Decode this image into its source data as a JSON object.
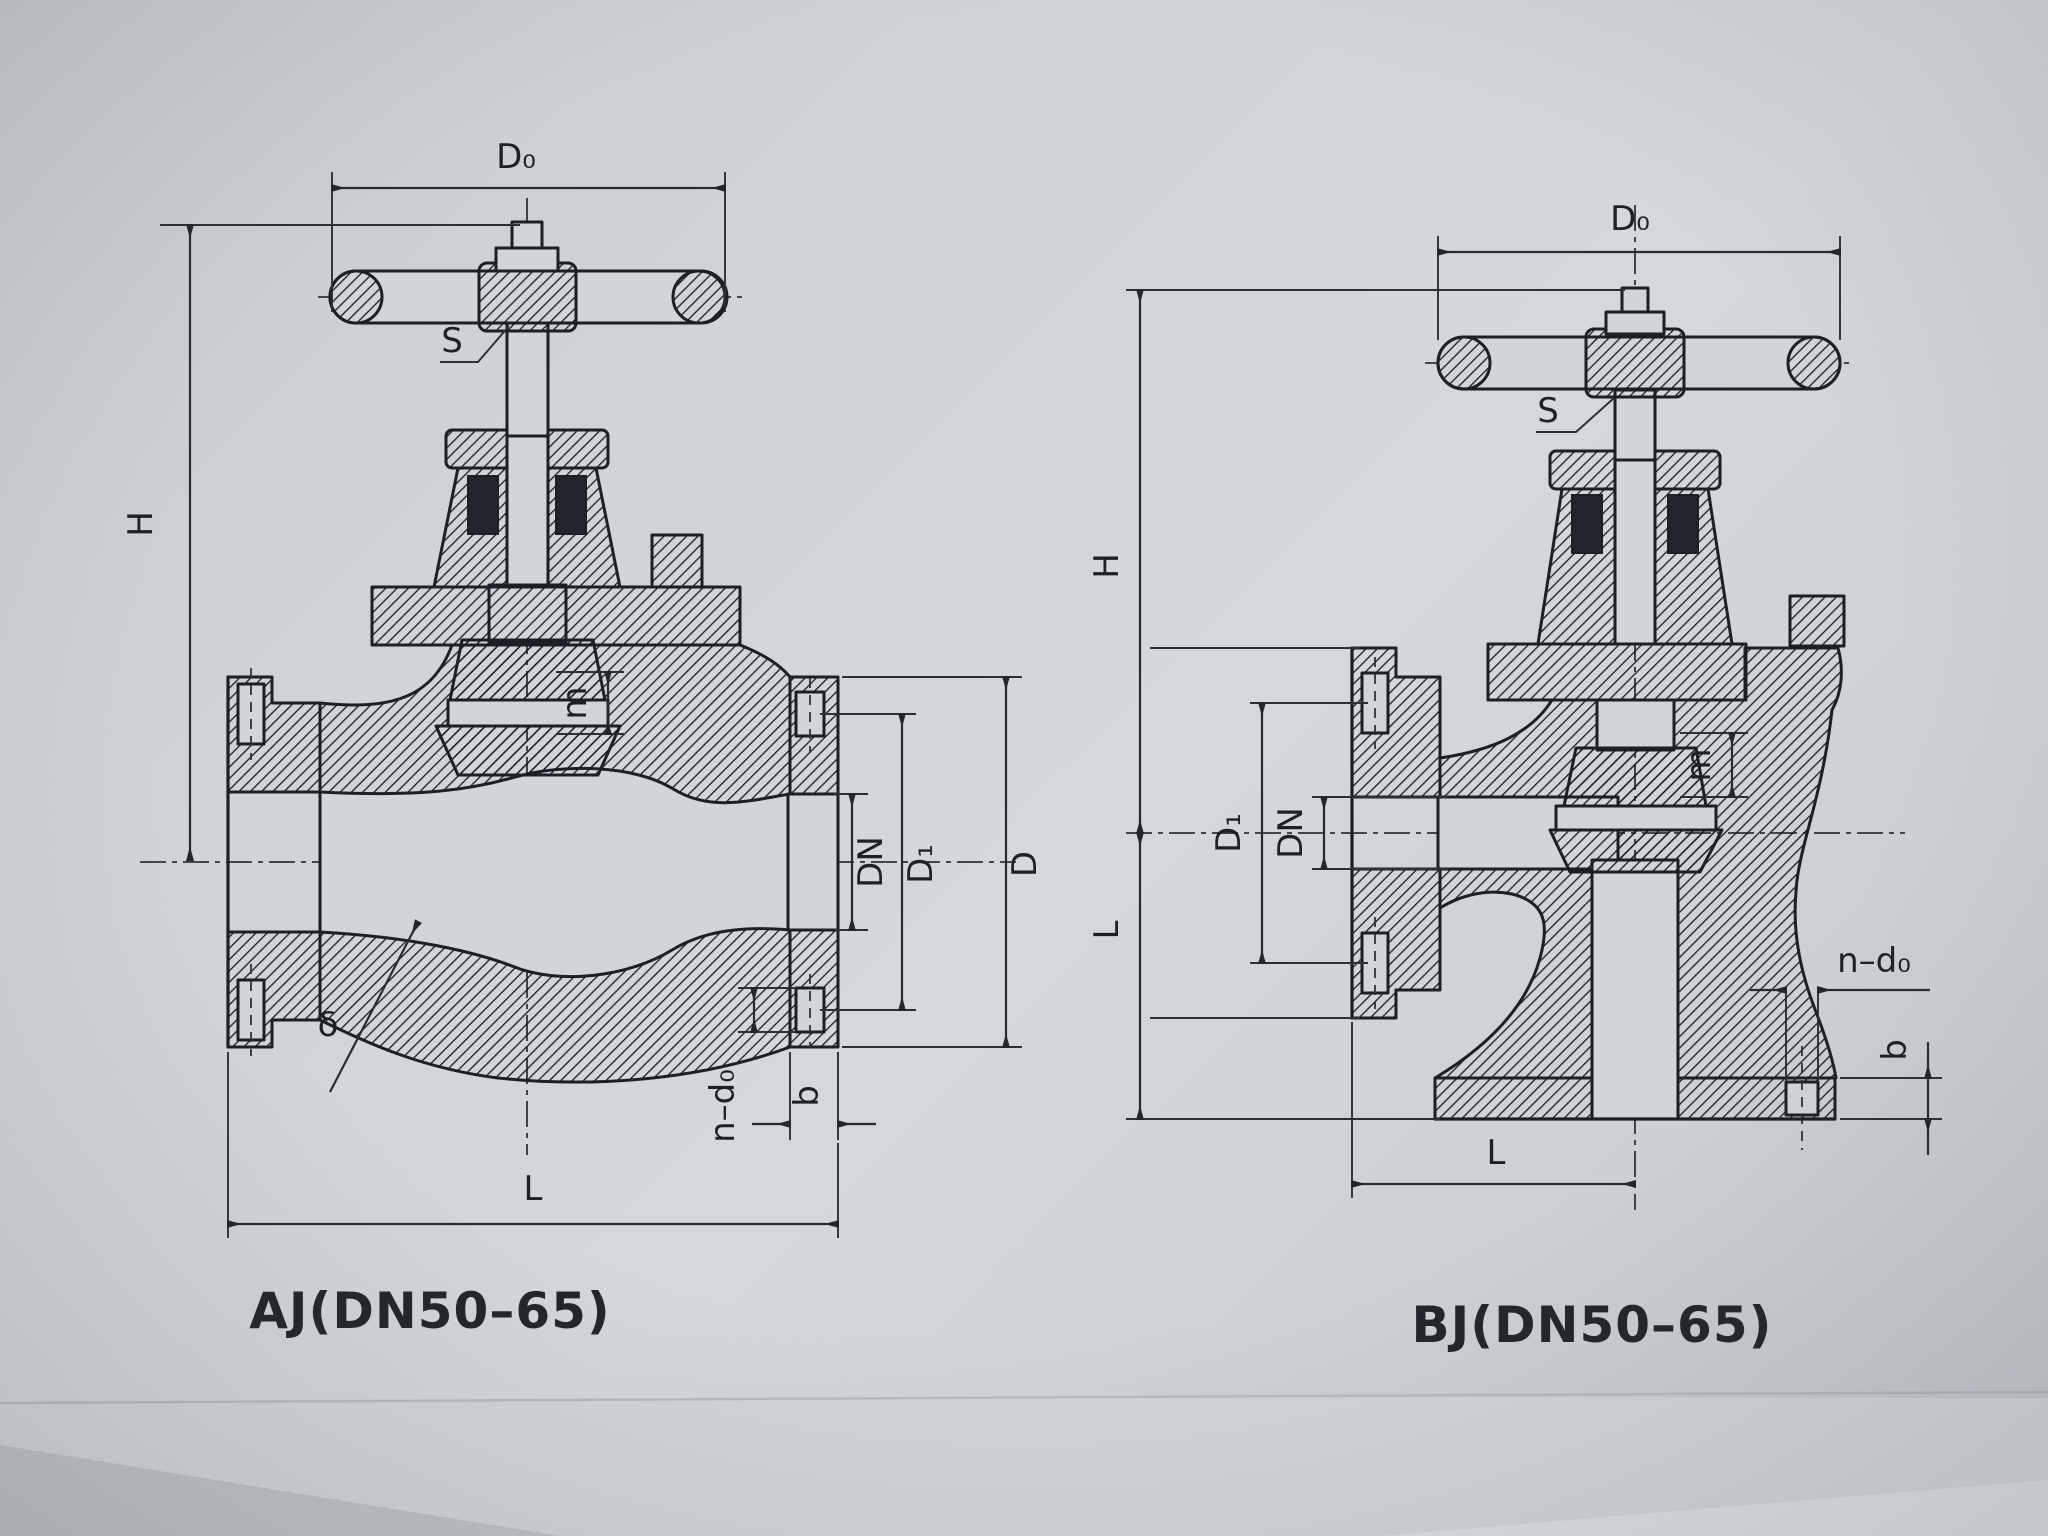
{
  "valves": {
    "aj": {
      "title": "AJ(DN50–65)",
      "labels": {
        "d0": "D₀",
        "h": "H",
        "s": "S",
        "m": "m",
        "dn": "DN",
        "d1": "D₁",
        "d": "D",
        "delta": "δ",
        "ndo": "n–d₀",
        "b": "b",
        "l": "L"
      }
    },
    "bj": {
      "title": "BJ(DN50–65)",
      "labels": {
        "d0": "D₀",
        "h": "H",
        "s": "S",
        "m": "m",
        "d1": "D₁",
        "dn": "DN",
        "l_side": "L",
        "ndo": "n–d₀",
        "b": "b",
        "l": "L"
      }
    }
  }
}
